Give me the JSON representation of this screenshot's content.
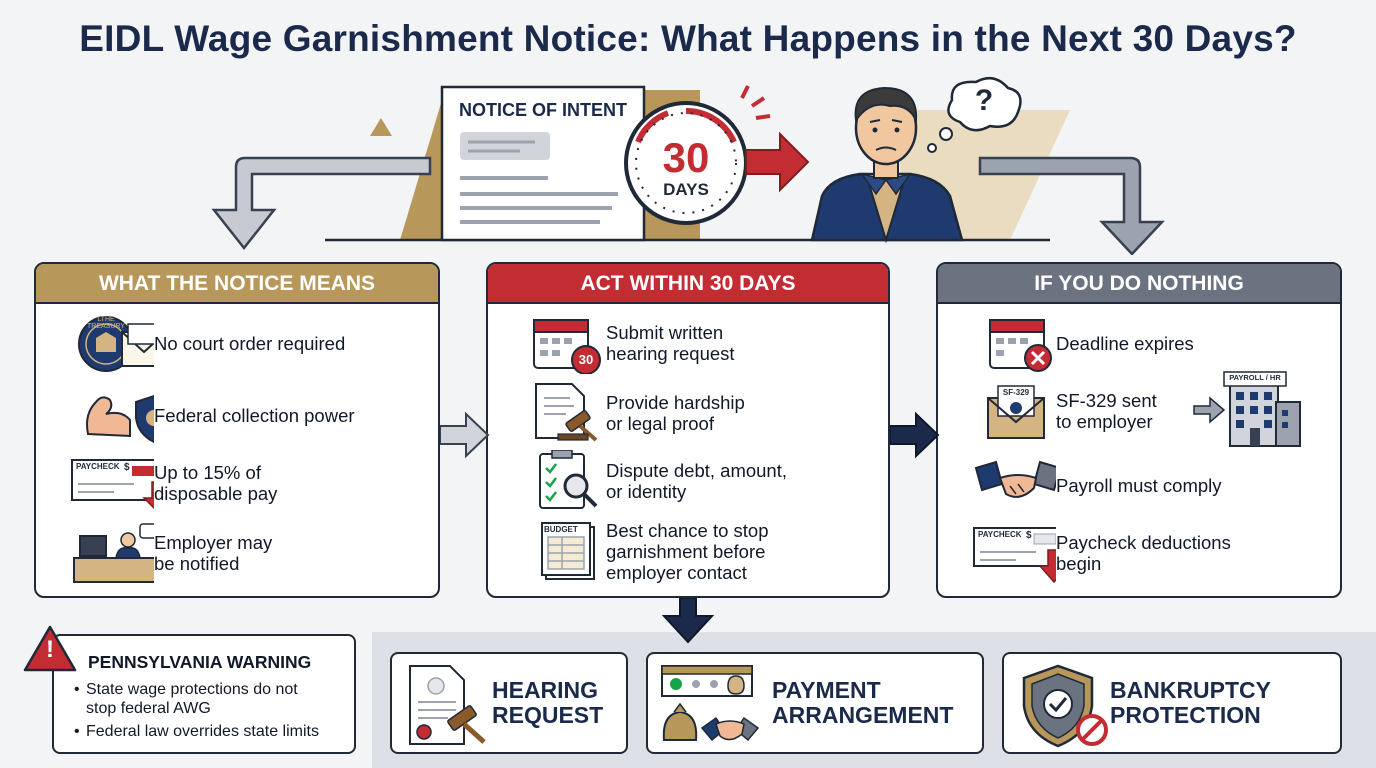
{
  "title": "EIDL Wage Garnishment Notice: What Happens in the Next 30 Days?",
  "header": {
    "notice_doc_title": "NOTICE OF INTENT",
    "timer_number": "30",
    "timer_unit": "DAYS",
    "thought_symbol": "?"
  },
  "columns": {
    "left": {
      "heading": "WHAT THE NOTICE MEANS",
      "items": [
        {
          "lines": [
            "No court order required"
          ],
          "icon": "treasury-seal-envelope-icon"
        },
        {
          "lines": [
            "Federal collection power"
          ],
          "icon": "muscle-shield-icon"
        },
        {
          "lines": [
            "Up to 15% of",
            "disposable pay"
          ],
          "icon": "paycheck-down-arrow-icon"
        },
        {
          "lines": [
            "Employer may",
            "be notified"
          ],
          "icon": "employer-desk-icon"
        }
      ]
    },
    "middle": {
      "heading": "ACT WITHIN 30 DAYS",
      "items": [
        {
          "lines": [
            "Submit written",
            "hearing request"
          ],
          "icon": "calendar-30-icon"
        },
        {
          "lines": [
            "Provide hardship",
            "or legal proof"
          ],
          "icon": "document-gavel-icon"
        },
        {
          "lines": [
            "Dispute debt, amount,",
            "or identity"
          ],
          "icon": "checklist-magnifier-icon"
        },
        {
          "lines": [
            "Best chance to stop",
            "garnishment before",
            "employer contact"
          ],
          "icon": "budget-papers-icon"
        }
      ]
    },
    "right": {
      "heading": "IF YOU DO NOTHING",
      "items": [
        {
          "lines": [
            "Deadline expires"
          ],
          "icon": "calendar-x-icon"
        },
        {
          "lines": [
            "SF-329 sent",
            "to employer"
          ],
          "icon": "sf329-envelope-icon"
        },
        {
          "lines": [
            "Payroll must comply"
          ],
          "icon": "handshake-icon"
        },
        {
          "lines": [
            "Paycheck deductions",
            "begin"
          ],
          "icon": "paycheck-down-arrow-icon"
        }
      ]
    }
  },
  "icon_text": {
    "paycheck": "PAYCHECK",
    "dollar": "$",
    "calendar_number": "30",
    "budget": "BUDGET",
    "sf329": "SF-329",
    "payroll_building": "PAYROLL / HR",
    "seal_text": "LTHE TREASURY",
    "warning_mark": "!"
  },
  "warning": {
    "title": "PENNSYLVANIA WARNING",
    "items": [
      {
        "lines": [
          "State wage protections do not",
          "stop federal AWG"
        ]
      },
      {
        "lines": [
          "Federal law overrides state limits"
        ]
      }
    ]
  },
  "options": [
    {
      "lines": [
        "HEARING",
        "REQUEST"
      ],
      "icon": "hearing-document-gavel-icon"
    },
    {
      "lines": [
        "PAYMENT",
        "ARRANGEMENT"
      ],
      "icon": "calendar-moneybag-handshake-icon"
    },
    {
      "lines": [
        "BANKRUPTCY",
        "PROTECTION"
      ],
      "icon": "shield-check-prohibited-icon"
    }
  ],
  "colors": {
    "gold": "#b8975a",
    "red": "#c42c34",
    "gray": "#6b7280",
    "navy": "#1b2a4a"
  }
}
